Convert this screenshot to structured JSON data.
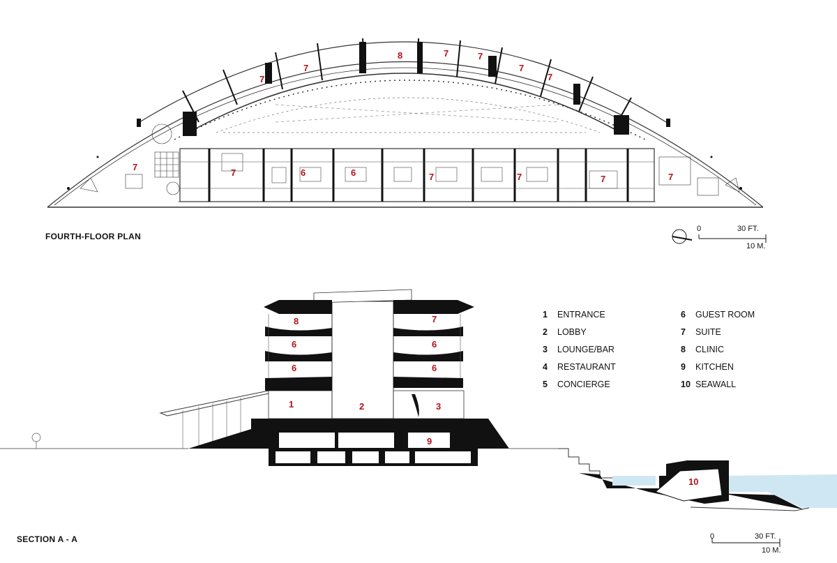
{
  "titles": {
    "plan": "FOURTH-FLOOR PLAN",
    "section": "SECTION A - A"
  },
  "scale_bars": {
    "zero": "0",
    "feet": "30 FT.",
    "meters": "10 M."
  },
  "legend": [
    {
      "num": "1",
      "label": "ENTRANCE"
    },
    {
      "num": "2",
      "label": "LOBBY"
    },
    {
      "num": "3",
      "label": "LOUNGE/BAR"
    },
    {
      "num": "4",
      "label": "RESTAURANT"
    },
    {
      "num": "5",
      "label": "CONCIERGE"
    },
    {
      "num": "6",
      "label": "GUEST ROOM"
    },
    {
      "num": "7",
      "label": "SUITE"
    },
    {
      "num": "8",
      "label": "CLINIC"
    },
    {
      "num": "9",
      "label": "KITCHEN"
    },
    {
      "num": "10",
      "label": "SEAWALL"
    }
  ],
  "plan_labels": [
    "7",
    "7",
    "8",
    "7",
    "7",
    "7",
    "7",
    "7",
    "6",
    "6",
    "7",
    "7",
    "7",
    "7",
    "7"
  ],
  "section_labels": [
    "8",
    "6",
    "6",
    "7",
    "6",
    "6",
    "1",
    "2",
    "3",
    "9",
    "10"
  ],
  "colors": {
    "label_red": "#b5121b",
    "water": "#cfe7f2",
    "wall": "#111111",
    "line": "#333333"
  }
}
